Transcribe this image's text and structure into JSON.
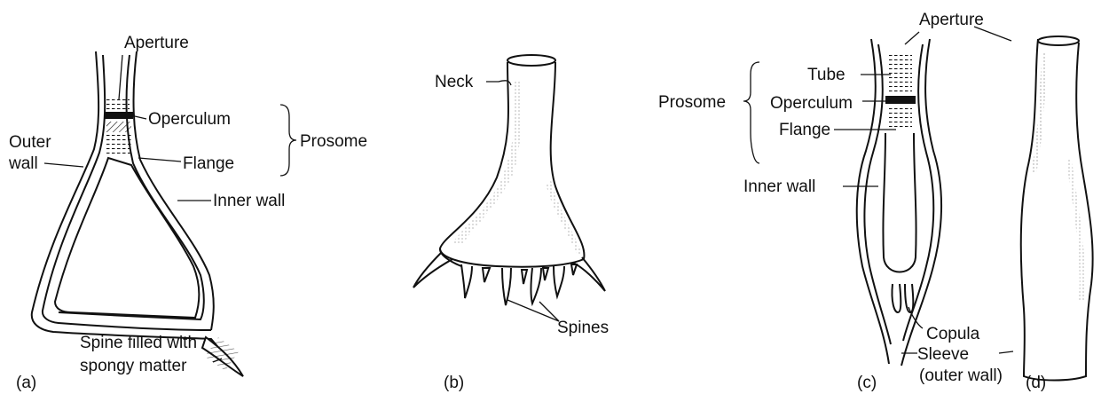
{
  "panel_a": {
    "aperture": "Aperture",
    "operculum": "Operculum",
    "outer_wall_1": "Outer",
    "outer_wall_2": "wall",
    "flange": "Flange",
    "prosome": "Prosome",
    "inner_wall": "Inner wall",
    "spine_1": "Spine filled with",
    "spine_2": "spongy matter",
    "panel_label": "(a)"
  },
  "panel_b": {
    "neck": "Neck",
    "spines": "Spines",
    "panel_label": "(b)"
  },
  "panel_c": {
    "aperture": "Aperture",
    "tube": "Tube",
    "prosome": "Prosome",
    "operculum": "Operculum",
    "flange": "Flange",
    "inner_wall": "Inner wall",
    "copula": "Copula",
    "sleeve_1": "Sleeve",
    "sleeve_2": "(outer wall)",
    "panel_label": "(c)"
  },
  "panel_d": {
    "panel_label": "(d)"
  }
}
